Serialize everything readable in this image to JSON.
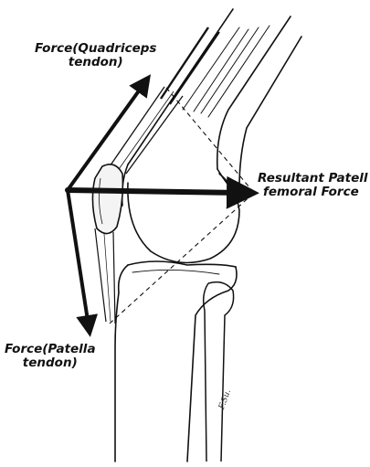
{
  "labels": {
    "quadriceps_line1": "Force(Quadriceps",
    "quadriceps_line2": "tendon)",
    "resultant_line1": "Resultant Patell",
    "resultant_line2": "femoral Force",
    "patella_line1": "Force(Patella",
    "patella_line2": "tendon)",
    "artist_signature": "F.Su."
  },
  "colors": {
    "ink": "#111111",
    "background": "#ffffff"
  }
}
